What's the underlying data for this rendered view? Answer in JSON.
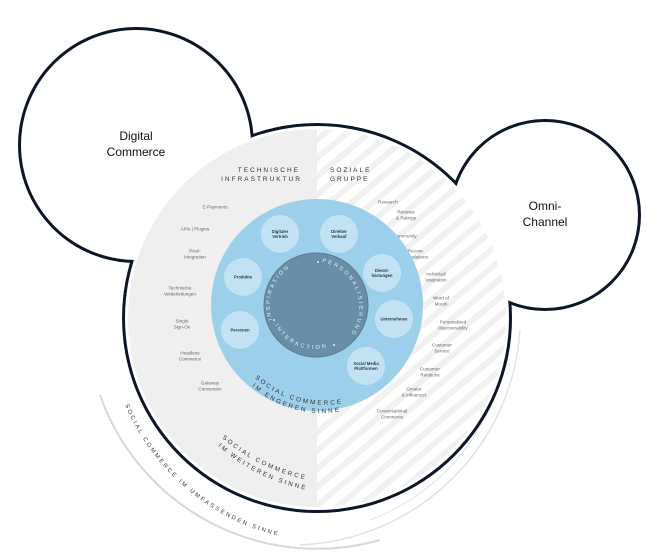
{
  "circles": {
    "digital_commerce": [
      "Digital",
      "Commerce"
    ],
    "omni_channel": [
      "Omni-",
      "Channel"
    ]
  },
  "headers": {
    "left": [
      "TECHNISCHE",
      "INFRASTRUKTUR"
    ],
    "right": [
      "SOZIALE",
      "GRUPPE"
    ]
  },
  "left_items": [
    [
      "E-Payments"
    ],
    [
      "APIs | Plugins"
    ],
    [
      "Pixel-",
      "Integration"
    ],
    [
      "Technische",
      "Weiterleitungen"
    ],
    [
      "Single",
      "Sign-On"
    ],
    [
      "Headless",
      "Commerce"
    ],
    [
      "Gateway",
      "Conversion"
    ]
  ],
  "right_items": [
    [
      "Research"
    ],
    [
      "Reviews",
      "& Ratings"
    ],
    [
      "Community"
    ],
    [
      "Recom-",
      "mendations"
    ],
    [
      "Individual",
      "Inspiration"
    ],
    [
      "Word of",
      "Mouth"
    ],
    [
      "Personalized",
      "Discoverability"
    ],
    [
      "Customer",
      "Service"
    ],
    [
      "Customer",
      "Relations"
    ],
    [
      "Creator",
      "& Influencer"
    ],
    [
      "Conversational",
      "Commerce"
    ]
  ],
  "bubbles": [
    [
      "Digitaler",
      "Vertrieb"
    ],
    [
      "Direkter",
      "Verkauf"
    ],
    [
      "Dienst-",
      "leistungen"
    ],
    [
      "Unternehmen"
    ],
    [
      "Social Media",
      "Plattformen"
    ],
    [
      "Personen"
    ],
    [
      "Produkte"
    ]
  ],
  "inner_ring": {
    "inspiration": "INSPIRATION",
    "personalisierung": "PERSONALISIERUNG",
    "interaction": "INTERACTION"
  },
  "ring_labels": {
    "engeren": [
      "SOCIAL COMMERCE",
      "IM ENGEREN SINNE"
    ],
    "weiteren": [
      "SOCIAL COMMERCE",
      "IM WEITEREN SINNE"
    ],
    "umfassenden": "SOCIAL COMMERCE IM UMFASSENDEN SINNE"
  },
  "colors": {
    "outline": "#0d1626",
    "left_bg": "#efefef",
    "ring": "#9ccfea",
    "bubble": "#c2e2f4",
    "core": "#6a8ea6"
  }
}
